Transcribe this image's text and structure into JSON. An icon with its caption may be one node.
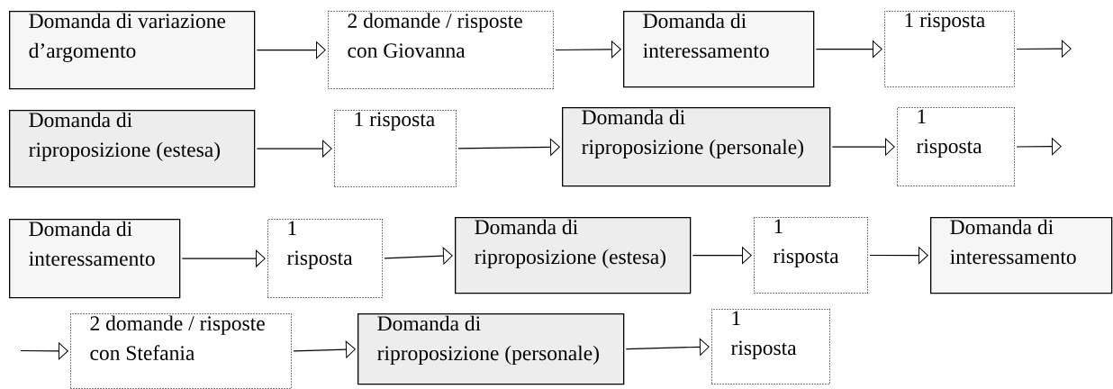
{
  "diagram": {
    "nodes": [
      {
        "text": [
          "Domanda di variazione d’argomento"
        ]
      },
      {
        "text": [
          "2 domande / risposte con Giovanna"
        ]
      },
      {
        "text": [
          "Domanda di interessamento"
        ]
      },
      {
        "text": [
          "1 risposta"
        ]
      },
      {
        "text": [
          "Domanda di riproposizione (estesa)"
        ]
      },
      {
        "text": [
          "1 risposta"
        ]
      },
      {
        "text": [
          "Domanda di riproposizione (personale)"
        ]
      },
      {
        "text": [
          "1 risposta"
        ]
      },
      {
        "text": [
          "Domanda di interessamento"
        ]
      },
      {
        "text": [
          "1 risposta"
        ]
      },
      {
        "text": [
          "Domanda di riproposizione (estesa)"
        ]
      },
      {
        "text": [
          "1 risposta"
        ]
      },
      {
        "text": [
          "Domanda di interessamento"
        ]
      },
      {
        "text": [
          "2 domande / risposte con Stefania"
        ]
      },
      {
        "text": [
          "Domanda di riproposizione (personale)"
        ]
      },
      {
        "text": [
          "1 risposta"
        ]
      }
    ],
    "edges": [
      {
        "from": 0,
        "to": 1,
        "arrow": "to"
      },
      {
        "from": 1,
        "to": 2,
        "arrow": "to"
      },
      {
        "from": 2,
        "to": 3,
        "arrow": "to"
      },
      {
        "from": 3,
        "to": null,
        "arrow": "to"
      },
      {
        "from": 4,
        "to": 5,
        "arrow": "to"
      },
      {
        "from": 5,
        "to": 6,
        "arrow": "to"
      },
      {
        "from": 6,
        "to": 7,
        "arrow": "to"
      },
      {
        "from": 7,
        "to": null,
        "arrow": "to"
      },
      {
        "from": 8,
        "to": 9,
        "arrow": "to"
      },
      {
        "from": 9,
        "to": 10,
        "arrow": "to"
      },
      {
        "from": 10,
        "to": 11,
        "arrow": "to"
      },
      {
        "from": 11,
        "to": 12,
        "arrow": "to"
      },
      {
        "from": null,
        "to": 13,
        "arrow": "to"
      },
      {
        "from": 13,
        "to": 14,
        "arrow": "to"
      },
      {
        "from": 14,
        "to": 15,
        "arrow": "to"
      }
    ]
  }
}
